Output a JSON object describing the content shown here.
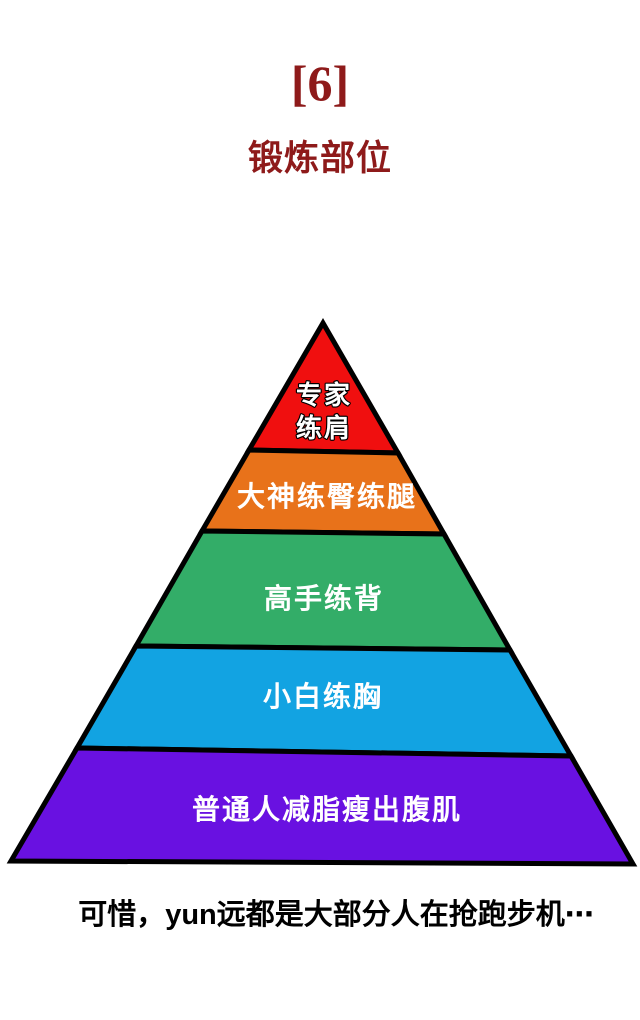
{
  "page": {
    "background": "#ffffff"
  },
  "header": {
    "title": "[6]",
    "subtitle": "锻炼部位",
    "text_color": "#8E1A1A"
  },
  "pyramid": {
    "outline_color": "#000000",
    "label_color": "#ffffff",
    "levels": [
      {
        "rank": 1,
        "label": "专家练肩",
        "line1": "专家",
        "line2": "练肩",
        "color": "#F00F0F"
      },
      {
        "rank": 2,
        "label": "大神练臀练腿",
        "color": "#E8721A"
      },
      {
        "rank": 3,
        "label": "高手练背",
        "color": "#33AD68"
      },
      {
        "rank": 4,
        "label": "小白练胸",
        "color": "#12A3E2"
      },
      {
        "rank": 5,
        "label": "普通人减脂瘦出腹肌",
        "color": "#6911E1"
      }
    ]
  },
  "caption": {
    "text": "可惜，yun远都是大部分人在抢跑步机⋯",
    "color": "#000000"
  }
}
